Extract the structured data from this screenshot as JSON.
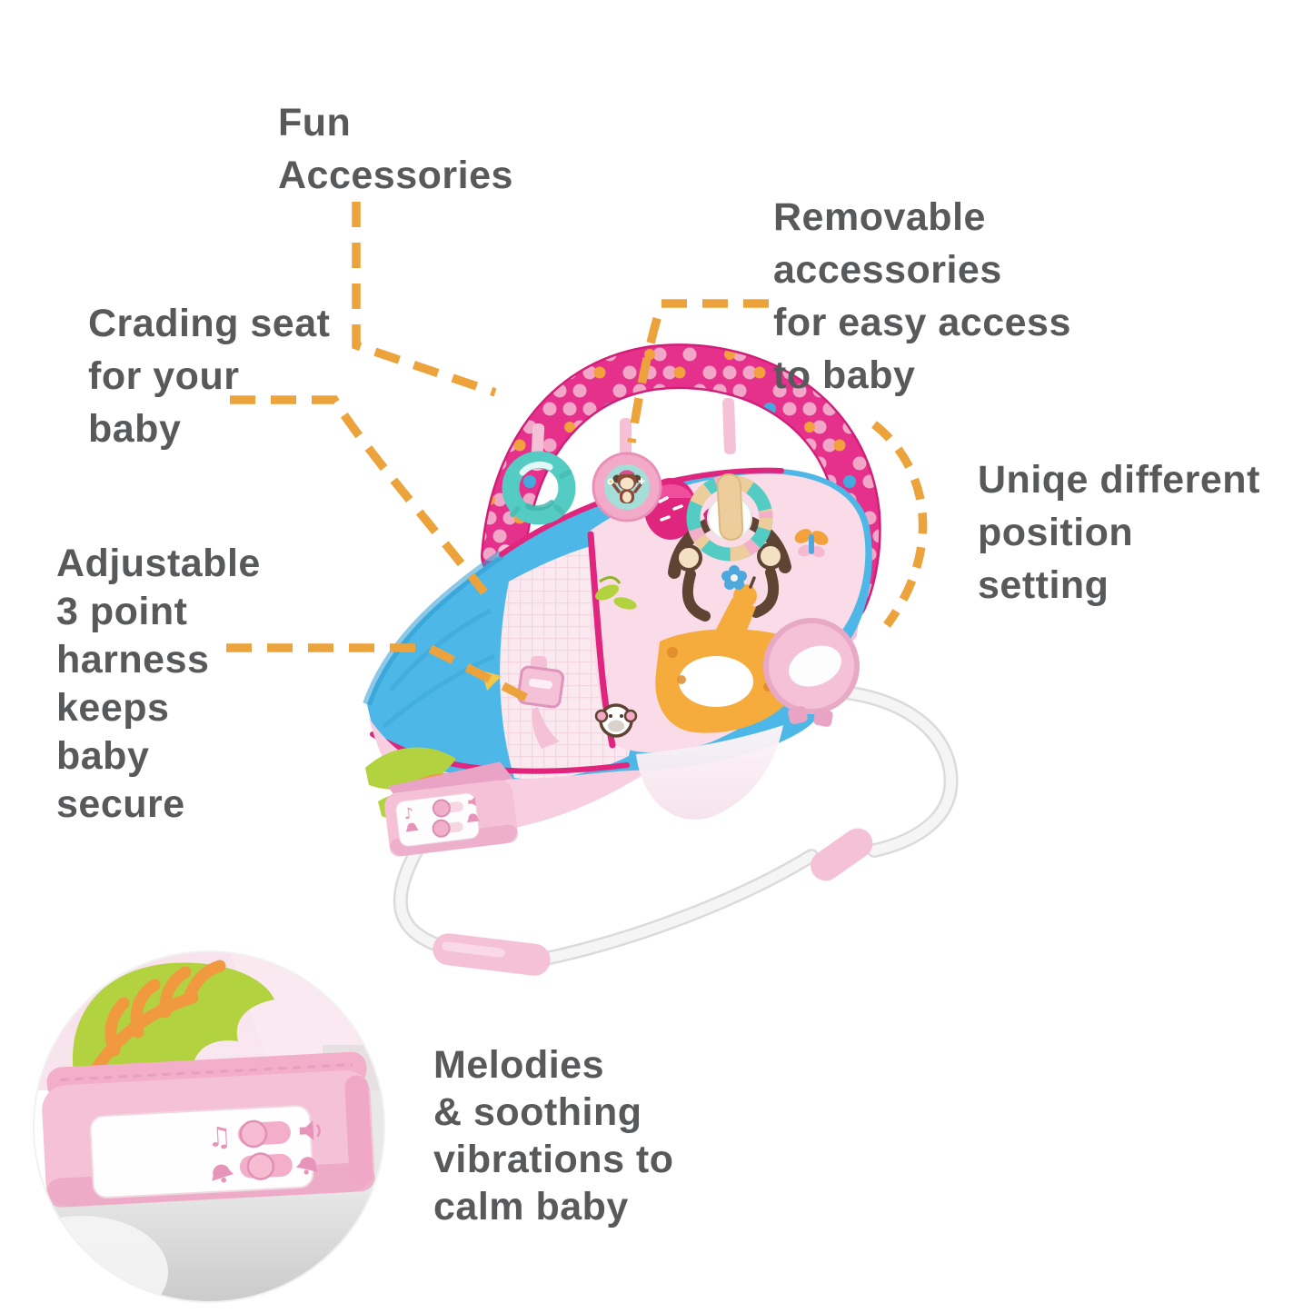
{
  "annotations": {
    "fun_accessories": {
      "lines": [
        "Fun",
        "Accessories"
      ]
    },
    "removable_accessories": {
      "lines": [
        "Removable",
        "accessories",
        "for easy access",
        "to baby"
      ]
    },
    "cradling_seat": {
      "lines": [
        "Crading seat",
        "for your",
        "baby"
      ]
    },
    "unique_position": {
      "lines": [
        "Uniqe different",
        "position",
        "setting"
      ]
    },
    "adjustable_harness": {
      "lines": [
        "Adjustable",
        "3 point",
        "harness",
        "keeps",
        "baby",
        "secure"
      ]
    },
    "melodies": {
      "lines": [
        "Melodies",
        "& soothing",
        "vibrations to",
        "calm baby"
      ]
    }
  },
  "inset": {
    "icons": [
      "music-note",
      "volume",
      "bell",
      "bell"
    ]
  },
  "colors": {
    "text": "#58595B",
    "leader": "#ECA33C",
    "arch_magenta": "#E5318C",
    "dot_pink": "#F2A6C8",
    "dot_blue": "#44AADD",
    "dot_orange": "#F2A13C",
    "seat_blue": "#4DB8E7",
    "seat_blue_dark": "#2D9BD3",
    "pillow_pink": "#F9DCE8",
    "waffle_pink": "#FBE9F0",
    "piping": "#E0257E",
    "plastic_pink": "#F5C1D6",
    "plastic_pink_dark": "#E9A3C4",
    "teal": "#54CCC3",
    "tan": "#EDCD9B",
    "wire": "#F5F5F5",
    "wire_edge": "#DBDBDB",
    "leaf_green": "#B3D23F",
    "leaf_orange": "#F0993E",
    "giraffe_orange": "#F6AC3C",
    "brown": "#5F4433",
    "floor_gray": "#D0D0D0"
  }
}
